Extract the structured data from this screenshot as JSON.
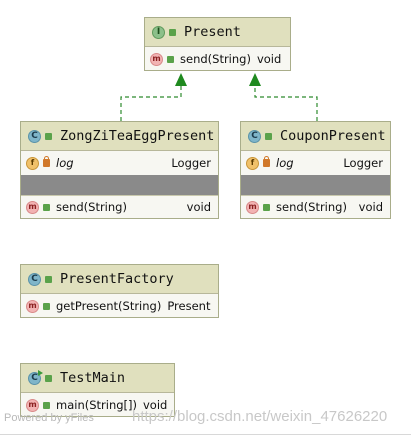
{
  "diagram": {
    "present": {
      "kind": "interface",
      "badge": "I",
      "name": "Present",
      "methods": [
        {
          "badge": "m",
          "name": "send(String)",
          "type": "void"
        }
      ]
    },
    "zongzi": {
      "kind": "class",
      "badge": "C",
      "name": "ZongZiTeaEggPresent",
      "fields": [
        {
          "badge": "f",
          "name": "log",
          "type": "Logger"
        }
      ],
      "methods": [
        {
          "badge": "m",
          "name": "send(String)",
          "type": "void"
        }
      ]
    },
    "coupon": {
      "kind": "class",
      "badge": "C",
      "name": "CouponPresent",
      "fields": [
        {
          "badge": "f",
          "name": "log",
          "type": "Logger"
        }
      ],
      "methods": [
        {
          "badge": "m",
          "name": "send(String)",
          "type": "void"
        }
      ]
    },
    "factory": {
      "kind": "class",
      "badge": "C",
      "name": "PresentFactory",
      "methods": [
        {
          "badge": "m",
          "name": "getPresent(String)",
          "type": "Present"
        }
      ]
    },
    "testmain": {
      "kind": "class",
      "badge": "C",
      "name": "TestMain",
      "methods": [
        {
          "badge": "m",
          "name": "main(String[])",
          "type": "void"
        }
      ]
    },
    "relations": [
      {
        "from": "ZongZiTeaEggPresent",
        "to": "Present",
        "type": "implements"
      },
      {
        "from": "CouponPresent",
        "to": "Present",
        "type": "implements"
      }
    ]
  },
  "watermark": {
    "left": "Powered by yFiles",
    "right": "https://blog.csdn.net/weixin_47626220"
  },
  "colors": {
    "header": "#e0e0be",
    "body": "#f7f7f2",
    "border": "#a9ad8a",
    "edge": "#2e8b2e"
  }
}
